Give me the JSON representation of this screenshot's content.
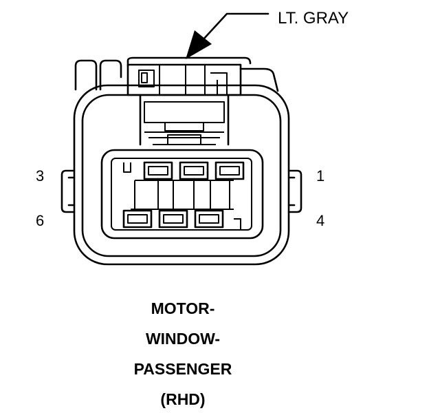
{
  "wire_color_label": "LT. GRAY",
  "pins": {
    "top_left": "3",
    "top_right": "1",
    "bottom_left": "6",
    "bottom_right": "4"
  },
  "title_lines": [
    "MOTOR-",
    "WINDOW-",
    "PASSENGER",
    "(RHD)"
  ]
}
